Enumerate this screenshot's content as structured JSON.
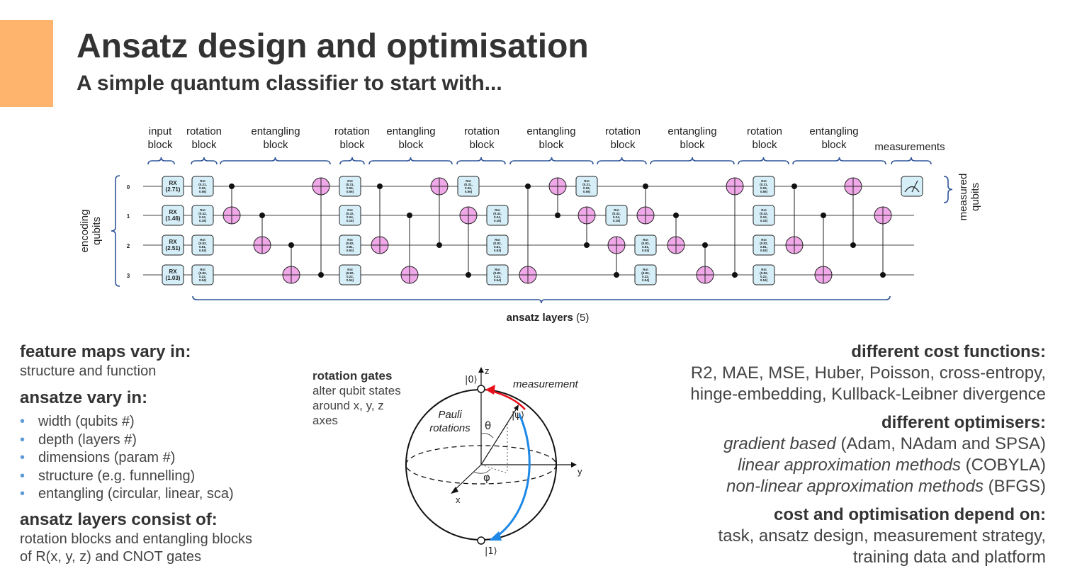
{
  "header": {
    "title": "Ansatz design and optimisation",
    "subtitle": "A simple quantum classifier to start with...",
    "accent_color": "#FFB46E"
  },
  "circuit": {
    "block_labels": [
      [
        "input",
        "block"
      ],
      [
        "rotation",
        "block"
      ],
      [
        "entangling",
        "block"
      ],
      [
        "rotation",
        "block"
      ],
      [
        "entangling",
        "block"
      ],
      [
        "rotation",
        "block"
      ],
      [
        "entangling",
        "block"
      ],
      [
        "rotation",
        "block"
      ],
      [
        "entangling",
        "block"
      ],
      [
        "rotation",
        "block"
      ],
      [
        "entangling",
        "block"
      ],
      [
        "measurements"
      ]
    ],
    "qubit_indices": [
      "0",
      "1",
      "2",
      "3"
    ],
    "encoding_label": [
      "encoding",
      "qubits"
    ],
    "measured_label": [
      "measured",
      "qubits"
    ],
    "rx_gates": [
      {
        "name": "RX",
        "param": "(2.71)"
      },
      {
        "name": "RX",
        "param": "(1.46)"
      },
      {
        "name": "RX",
        "param": "(2.51)"
      },
      {
        "name": "RX",
        "param": "(1.03)"
      }
    ],
    "rot_label": "Rot",
    "rot_gate_params": [
      [
        "(0.31,",
        "0.06,",
        "0.56)"
      ],
      [
        "(0.42,",
        "0.24,",
        "0.16)"
      ],
      [
        "(0.82,",
        "0.81,",
        "0.63)"
      ],
      [
        "(0.82,",
        "0.22,",
        "0.54)"
      ]
    ],
    "ansatz_layers_label": "ansatz layers",
    "ansatz_layers_count": "(5)",
    "gate_color": "#D5EEF8",
    "target_color": "#F0A8E8",
    "bracket_color": "#2F5597"
  },
  "left_panel": {
    "feature_maps_heading": "feature maps vary in:",
    "feature_maps_text": "structure and function",
    "ansatze_heading": "ansatze vary in:",
    "ansatze_items": [
      "width (qubits #)",
      "depth (layers #)",
      "dimensions (param #)",
      "structure (e.g. funnelling)",
      "entangling (circular, linear, sca)"
    ],
    "layers_heading": "ansatz layers consist of:",
    "layers_text_1": "rotation blocks and entangling blocks",
    "layers_text_2": "of R(x, y, z) and CNOT gates"
  },
  "bloch": {
    "note_heading": "rotation gates",
    "note_lines": [
      "alter qubit states",
      "around x, y, z",
      "axes"
    ],
    "ket0": "|0⟩",
    "ket1": "|1⟩",
    "psi": "|ψ⟩",
    "theta": "θ",
    "phi": "φ",
    "axis_x": "x",
    "axis_y": "y",
    "axis_z": "z",
    "measurement_label": "measurement",
    "pauli_label": [
      "Pauli",
      "rotations"
    ]
  },
  "right_panel": {
    "cost_heading": "different cost functions:",
    "cost_line_1": "R2, MAE, MSE, Huber, Poisson, cross-entropy,",
    "cost_line_2": "hinge-embedding, Kullback-Leibner divergence",
    "opt_heading": "different optimisers:",
    "opt_items": [
      {
        "method": "gradient based",
        "examples": "(Adam, NAdam and SPSA)"
      },
      {
        "method": "linear approximation methods",
        "examples": "(COBYLA)"
      },
      {
        "method": "non-linear approximation methods",
        "examples": "(BFGS)"
      }
    ],
    "depend_heading": "cost and optimisation depend on:",
    "depend_line_1": "task, ansatz design, measurement strategy,",
    "depend_line_2": "training data and platform"
  }
}
